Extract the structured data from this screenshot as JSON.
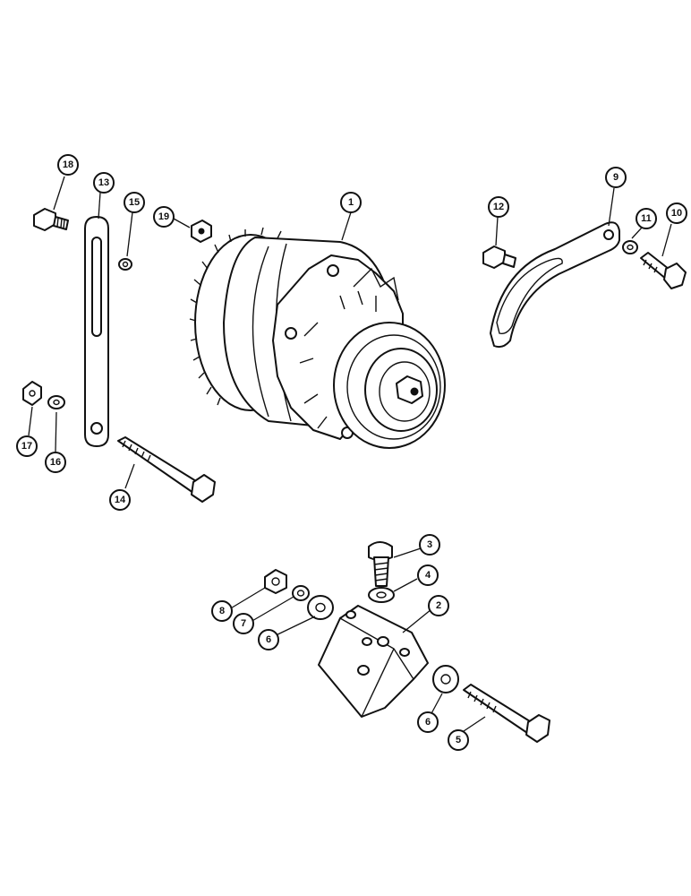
{
  "callouts": [
    {
      "id": "c1",
      "label": "1"
    },
    {
      "id": "c2",
      "label": "2"
    },
    {
      "id": "c3",
      "label": "3"
    },
    {
      "id": "c4",
      "label": "4"
    },
    {
      "id": "c5",
      "label": "5"
    },
    {
      "id": "c6a",
      "label": "6"
    },
    {
      "id": "c6b",
      "label": "6"
    },
    {
      "id": "c7",
      "label": "7"
    },
    {
      "id": "c8",
      "label": "8"
    },
    {
      "id": "c9",
      "label": "9"
    },
    {
      "id": "c10",
      "label": "10"
    },
    {
      "id": "c11",
      "label": "11"
    },
    {
      "id": "c12",
      "label": "12"
    },
    {
      "id": "c13",
      "label": "13"
    },
    {
      "id": "c14",
      "label": "14"
    },
    {
      "id": "c15",
      "label": "15"
    },
    {
      "id": "c16",
      "label": "16"
    },
    {
      "id": "c17",
      "label": "17"
    },
    {
      "id": "c18",
      "label": "18"
    },
    {
      "id": "c19",
      "label": "19"
    }
  ]
}
